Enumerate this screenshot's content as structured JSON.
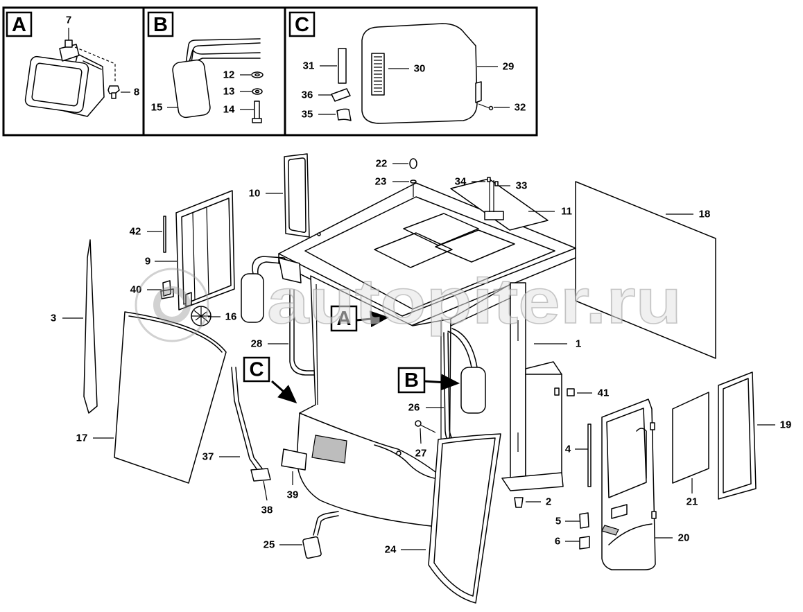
{
  "insets": [
    {
      "letter": "A",
      "callouts": [
        "7",
        "8"
      ]
    },
    {
      "letter": "B",
      "callouts": [
        "12",
        "13",
        "14",
        "15"
      ]
    },
    {
      "letter": "C",
      "callouts": [
        "31",
        "30",
        "29",
        "36",
        "32",
        "35"
      ]
    }
  ],
  "main": {
    "detail_markers": [
      "A",
      "B",
      "C"
    ],
    "callouts": {
      "1": "1",
      "2": "2",
      "3": "3",
      "4": "4",
      "5": "5",
      "6": "6",
      "9": "9",
      "10": "10",
      "11": "11",
      "16": "16",
      "17": "17",
      "18": "18",
      "19": "19",
      "20": "20",
      "21": "21",
      "22": "22",
      "23": "23",
      "24": "24",
      "25": "25",
      "26": "26",
      "27": "27",
      "28": "28",
      "33": "33",
      "34": "34",
      "37": "37",
      "38": "38",
      "39": "39",
      "40": "40",
      "41": "41",
      "42": "42"
    }
  },
  "watermark": "autopiter.ru"
}
